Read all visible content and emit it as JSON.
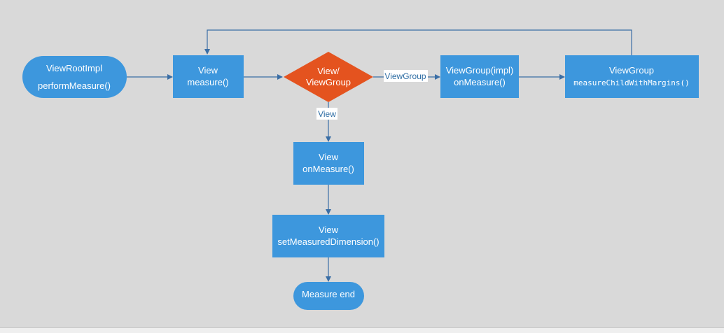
{
  "colors": {
    "background": "#d9d9d9",
    "node_fill": "#3d97dd",
    "decision_fill": "#e4531f",
    "edge": "#3a6ea5",
    "text": "#ffffff",
    "edge_label": "#2e6da4"
  },
  "nodes": {
    "start": {
      "line1": "ViewRootImpl",
      "line2": "performMeasure()"
    },
    "view_measure": {
      "line1": "View",
      "line2": "measure()"
    },
    "decision": {
      "line1": "View/",
      "line2": "ViewGroup"
    },
    "viewgroup_onmeasure": {
      "line1": "ViewGroup(impl)",
      "line2": "onMeasure()"
    },
    "measure_child": {
      "line1": "ViewGroup",
      "line2": "measureChildWithMargins()"
    },
    "view_onmeasure": {
      "line1": "View",
      "line2": "onMeasure()"
    },
    "set_dimension": {
      "line1": "View",
      "line2": "setMeasuredDimension()"
    },
    "end": {
      "line1": "Measure end"
    }
  },
  "edge_labels": {
    "to_viewgroup": "ViewGroup",
    "to_view": "View"
  }
}
